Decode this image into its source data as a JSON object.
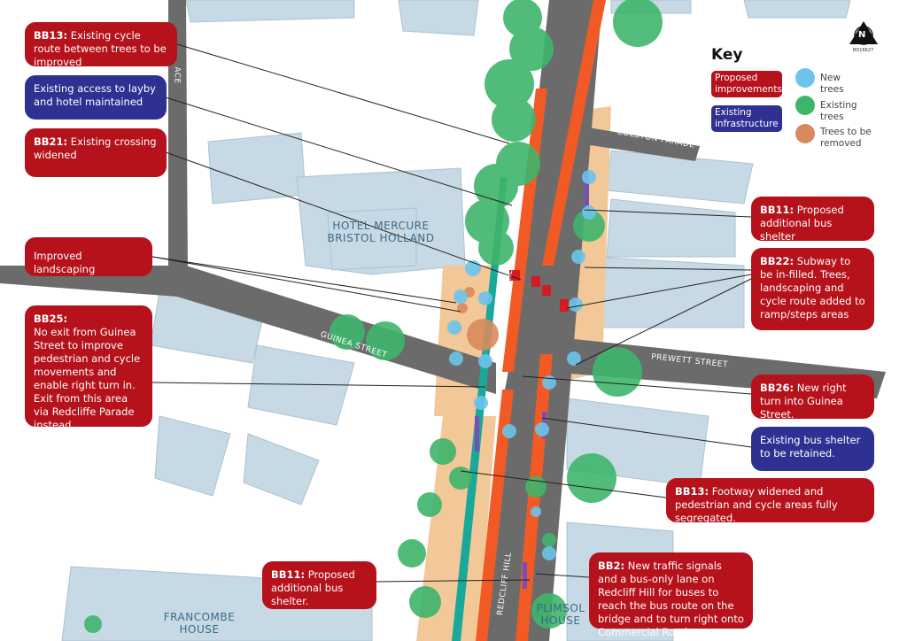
{
  "key": {
    "title": "Key",
    "proposed": "Proposed improvements",
    "existing_infra": "Existing infrastructure",
    "new_trees": "New trees",
    "existing_trees": "Existing trees",
    "removed_trees": "Trees to be removed",
    "colors": {
      "proposed": "#b5121b",
      "existing": "#2e3192",
      "new_tree": "#6cc4ea",
      "existing_tree": "#3fb56b",
      "removed_tree": "#d98a5c"
    }
  },
  "north": {
    "label": "N",
    "code": "BD16627"
  },
  "places": {
    "hotel": "HOTEL MERCURE BRISTOL HOLLAND",
    "francombe": "FRANCOMBE HOUSE",
    "plimsol": "PLIMSOL HOUSE",
    "ace": "ACE"
  },
  "streets": {
    "guinea": "GUINEA STREET",
    "prewett": "PREWETT STREET",
    "colston": "COLSTON PARADE",
    "redcliff_hill": "REDCLIFF HILL",
    "redcliff_hill2": "REDCLIFF HILL"
  },
  "callouts": [
    {
      "code": "BB13:",
      "text": "Existing cycle route between trees to be improved"
    },
    {
      "code": "",
      "text": "Existing access to layby and hotel maintained"
    },
    {
      "code": "BB21:",
      "text": "Existing crossing widened"
    },
    {
      "code": "",
      "text": "Improved landscaping"
    },
    {
      "code": "BB25:",
      "text": "No exit from Guinea Street to improve pedestrian and cycle movements and enable right turn in. Exit from this area via Redcliffe Parade instead."
    },
    {
      "code": "BB11:",
      "text": "Proposed additional bus shelter"
    },
    {
      "code": "BB22:",
      "text": "Subway to be in-filled. Trees, landscaping and cycle route added to ramp/steps areas"
    },
    {
      "code": "BB26:",
      "text": "New right turn into Guinea Street."
    },
    {
      "code": "",
      "text": "Existing bus shelter to be retained."
    },
    {
      "code": "BB13:",
      "text": "Footway widened and pedestrian and cycle areas fully segregated."
    },
    {
      "code": "BB2:",
      "text": "New traffic signals and a bus-only lane on Redcliff Hill for buses to reach the bus route on the bridge and to turn right onto Commercial Road."
    },
    {
      "code": "BB11:",
      "text": "Proposed additional bus shelter."
    }
  ]
}
